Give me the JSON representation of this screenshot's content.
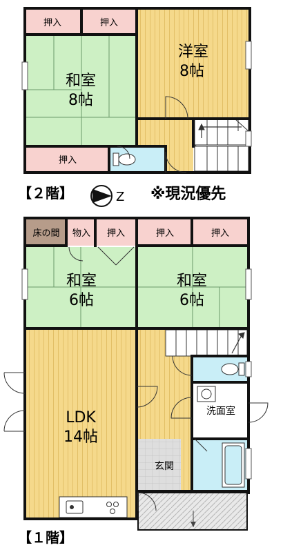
{
  "floor2": {
    "label": "【２階】",
    "compass_letter": "Z",
    "note": "※現況優先",
    "rooms": {
      "washitsu8": {
        "name": "和室",
        "size": "8帖"
      },
      "youshitsu8": {
        "name": "洋室",
        "size": "8帖"
      }
    },
    "closets": {
      "top_left": "押入",
      "top_right": "押入",
      "bottom": "押入"
    }
  },
  "floor1": {
    "label": "【１階】",
    "rooms": {
      "washitsu6_left": {
        "name": "和室",
        "size": "6帖"
      },
      "washitsu6_right": {
        "name": "和室",
        "size": "6帖"
      },
      "ldk": {
        "name": "LDK",
        "size": "14帖"
      },
      "senmen": {
        "name": "洗面室"
      },
      "genkan": {
        "name": "玄関"
      }
    },
    "closets": {
      "tokonoma": "床の間",
      "monoire": "物入",
      "oshiire_a": "押入",
      "oshiire_b": "押入",
      "oshiire_c": "押入"
    }
  },
  "colors": {
    "tatami": "#cdf0c4",
    "wood": "#f5d98b",
    "wood_line": "#e2bf67",
    "closet": "#f8d2cf",
    "wet": "#c9eef7",
    "genkan": "#dedede",
    "tokonoma": "#b69c8a",
    "wall": "#111111"
  }
}
